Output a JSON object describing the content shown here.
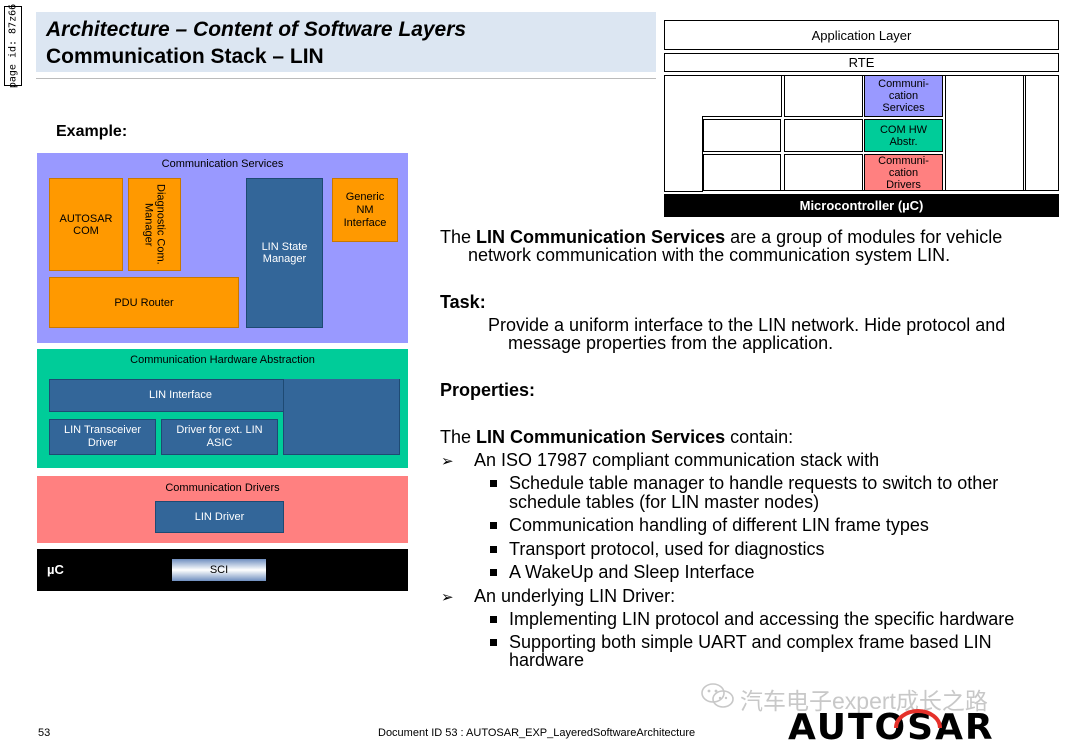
{
  "page_id": "page id: 87z66",
  "header": {
    "title_line1": "Architecture – Content of Software Layers",
    "title_line2": "Communication Stack – LIN"
  },
  "example_label": "Example:",
  "diagram": {
    "comm_services": {
      "title": "Communication Services",
      "autosar_com": "AUTOSAR COM",
      "diag_com_manager": "Diagnostic Com. Manager",
      "lin_state_manager": "LIN State Manager",
      "generic_nm": "Generic NM Interface",
      "pdu_router": "PDU Router"
    },
    "comm_hw_abstraction": {
      "title": "Communication Hardware Abstraction",
      "lin_interface": "LIN Interface",
      "lin_transceiver": "LIN Transceiver Driver",
      "driver_ext_asic": "Driver for ext. LIN ASIC"
    },
    "comm_drivers": {
      "title": "Communication Drivers",
      "lin_driver": "LIN Driver"
    },
    "uc": {
      "label": "µC",
      "sci": "SCI"
    }
  },
  "mini_diagram": {
    "application_layer": "Application Layer",
    "rte": "RTE",
    "comm_services": "Communi-cation Services",
    "com_hw_abstr": "COM HW Abstr.",
    "comm_drivers": "Communi-cation Drivers",
    "microcontroller": "Microcontroller (µC)"
  },
  "text": {
    "intro_pre": "The ",
    "intro_bold": "LIN Communication Services",
    "intro_post": " are a group of modules for vehicle",
    "intro_line2": "network communication with the communication system LIN.",
    "task_heading": "Task:",
    "task_line1": "Provide a uniform interface to the LIN network. Hide protocol and",
    "task_line2": "message properties from the application.",
    "properties_heading": "Properties:",
    "contain_pre": "The ",
    "contain_bold": "LIN Communication Services",
    "contain_post": " contain:",
    "item1": "An ISO 17987 compliant communication stack with",
    "item1_sub1_line1": "Schedule table manager to handle requests to switch to other",
    "item1_sub1_line2": "schedule tables (for LIN master nodes)",
    "item1_sub2": "Communication handling of different LIN frame types",
    "item1_sub3": "Transport protocol, used for diagnostics",
    "item1_sub4": "A WakeUp and Sleep Interface",
    "item2": "An underlying LIN Driver:",
    "item2_sub1": "Implementing LIN protocol and accessing the specific hardware",
    "item2_sub2_line1": "Supporting both simple UART and complex frame based LIN",
    "item2_sub2_line2": "hardware"
  },
  "footer": {
    "page_number": "53",
    "document_id": "Document ID 53 : AUTOSAR_EXP_LayeredSoftwareArchitecture",
    "watermark": "汽车电子expert成长之路",
    "logo_text": "AUTOSAR"
  },
  "colors": {
    "comm_services_bg": "#9999ff",
    "hw_abstraction_bg": "#00cc99",
    "drivers_bg": "#ff8080",
    "module_orange": "#ff9900",
    "module_blue": "#336699",
    "header_bg": "#dce6f2"
  }
}
